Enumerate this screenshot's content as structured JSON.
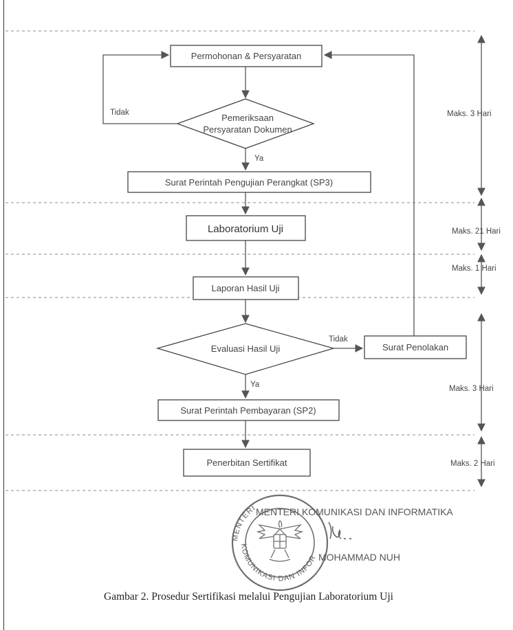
{
  "flowchart": {
    "steps": {
      "permohonan": "Permohonan & Persyaratan",
      "pemeriksaan_line1": "Pemeriksaan",
      "pemeriksaan_line2": "Persyaratan Dokumen",
      "sp3": "Surat Perintah Pengujian Perangkat (SP3)",
      "laboratorium": "Laboratorium Uji",
      "laporan": "Laporan Hasil Uji",
      "evaluasi": "Evaluasi Hasil Uji",
      "penolakan": "Surat Penolakan",
      "sp2": "Surat Perintah Pembayaran (SP2)",
      "penerbitan": "Penerbitan Sertifikat"
    },
    "labels": {
      "tidak_1": "Tidak",
      "ya_1": "Ya",
      "tidak_2": "Tidak",
      "ya_2": "Ya"
    },
    "durations": [
      "Maks. 3 Hari",
      "Maks. 21 Hari",
      "Maks. 1 Hari",
      "Maks. 3 Hari",
      "Maks. 2 Hari"
    ]
  },
  "signature": {
    "title": "MENTERI KOMUNIKASI DAN INFORMATIKA",
    "name": "MOHAMMAD NUH",
    "seal_text": "MENTERI KOMUNIKASI DAN INFORMATIKA RI"
  },
  "caption": "Gambar  2. Prosedur Sertifikasi melalui Pengujian Laboratorium Uji"
}
